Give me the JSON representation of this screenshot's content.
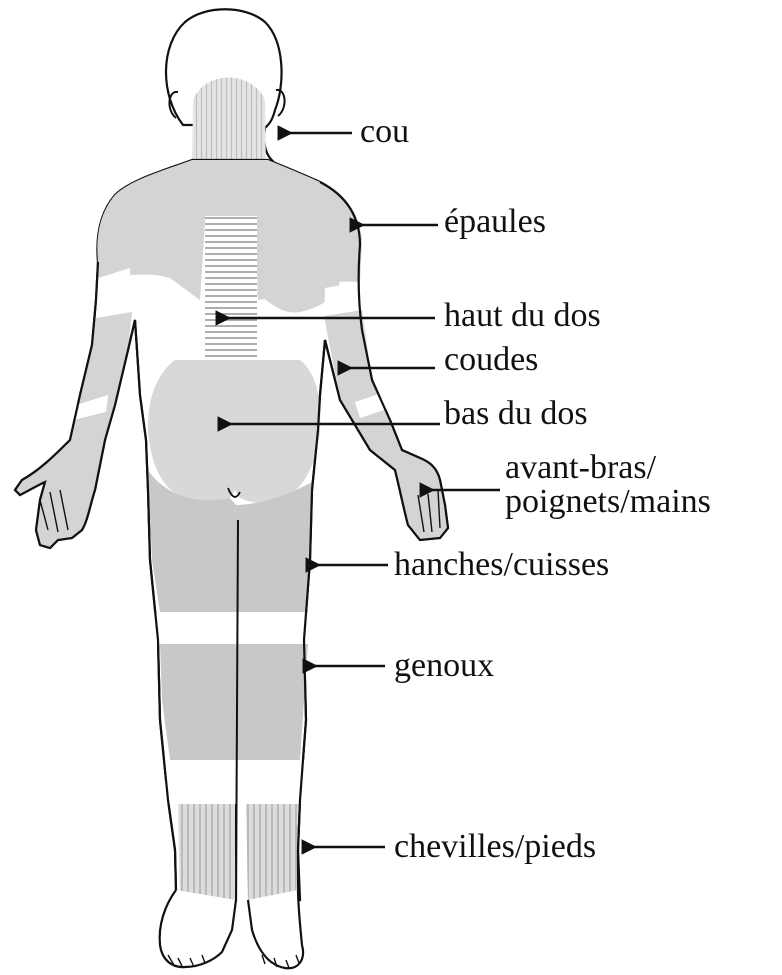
{
  "labels": {
    "neck": "cou",
    "shoulders": "épaules",
    "upper_back": "haut du dos",
    "elbows": "coudes",
    "lower_back": "bas du dos",
    "forearms_line1": "avant-bras/",
    "forearms_line2": "poignets/mains",
    "hips_thighs": "hanches/cuisses",
    "knees": "genoux",
    "ankles_feet": "chevilles/pieds"
  },
  "colors": {
    "region_fill": "#d6d6d6",
    "hatch_line": "#b8b8b8",
    "outline": "#111111",
    "background": "#ffffff"
  }
}
